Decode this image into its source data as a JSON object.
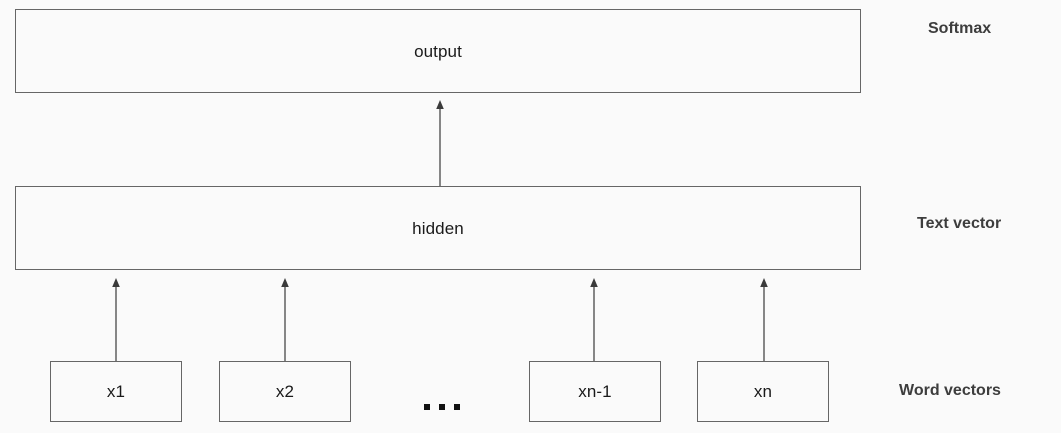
{
  "diagram": {
    "title_text": "",
    "background_color": "#fafafa",
    "box_border_color": "#666666",
    "arrow_color": "#555555",
    "label_color": "#3d3d3d",
    "text_color": "#1a1a1a"
  },
  "layers": {
    "output": {
      "label": "output",
      "tag": "Softmax"
    },
    "hidden": {
      "label": "hidden",
      "tag": "Text vector"
    },
    "words": {
      "tag": "Word vectors",
      "ellipsis": "...",
      "items": [
        {
          "label": "x1"
        },
        {
          "label": "x2"
        },
        {
          "label": "xn-1"
        },
        {
          "label": "xn"
        }
      ]
    }
  },
  "arrows": {
    "hidden_to_output": "arrow-up",
    "word_to_hidden": "arrow-up"
  }
}
